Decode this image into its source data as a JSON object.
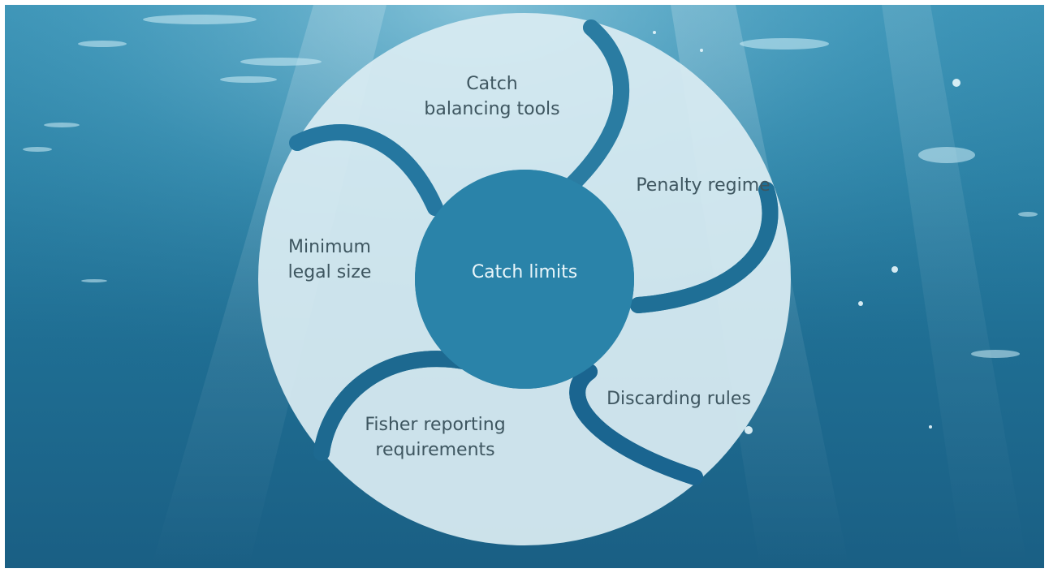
{
  "diagram": {
    "center": {
      "label": "Catch limits"
    },
    "segments": [
      {
        "id": "catch-balancing-tools",
        "lines": [
          "Catch",
          "balancing tools"
        ]
      },
      {
        "id": "penalty-regime",
        "lines": [
          "Penalty regime"
        ]
      },
      {
        "id": "discarding-rules",
        "lines": [
          "Discarding rules"
        ]
      },
      {
        "id": "fisher-reporting-requirements",
        "lines": [
          "Fisher reporting",
          "requirements"
        ]
      },
      {
        "id": "minimum-legal-size",
        "lines": [
          "Minimum",
          "legal size"
        ]
      }
    ]
  },
  "colors": {
    "segment_fill": "#d9ecf2",
    "center_text": "#eaf6fa",
    "label_text": "#3e5660",
    "water_top": "#3a93b6",
    "water_bottom": "#1a5f84"
  }
}
